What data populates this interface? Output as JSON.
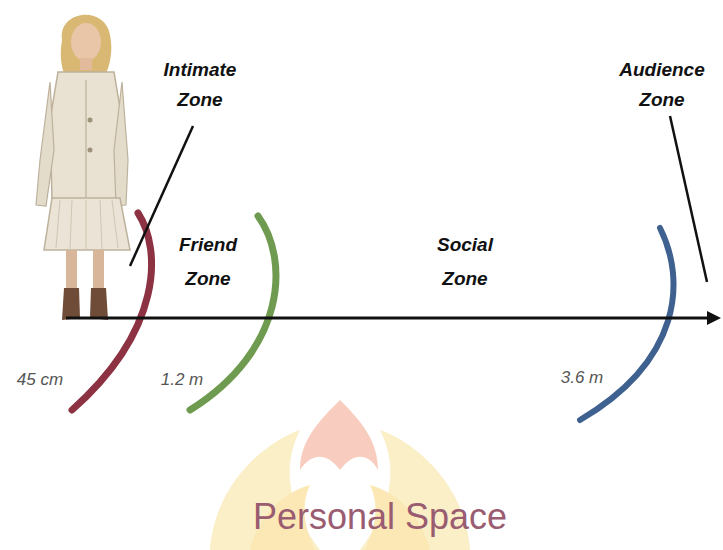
{
  "diagram": {
    "title": "Personal Space",
    "labels": [
      "Intimate Zone",
      "Friend Zone",
      "Social Zone",
      "Audience Zone",
      "45 cm",
      "1.2 m",
      "3.6 m"
    ]
  }
}
